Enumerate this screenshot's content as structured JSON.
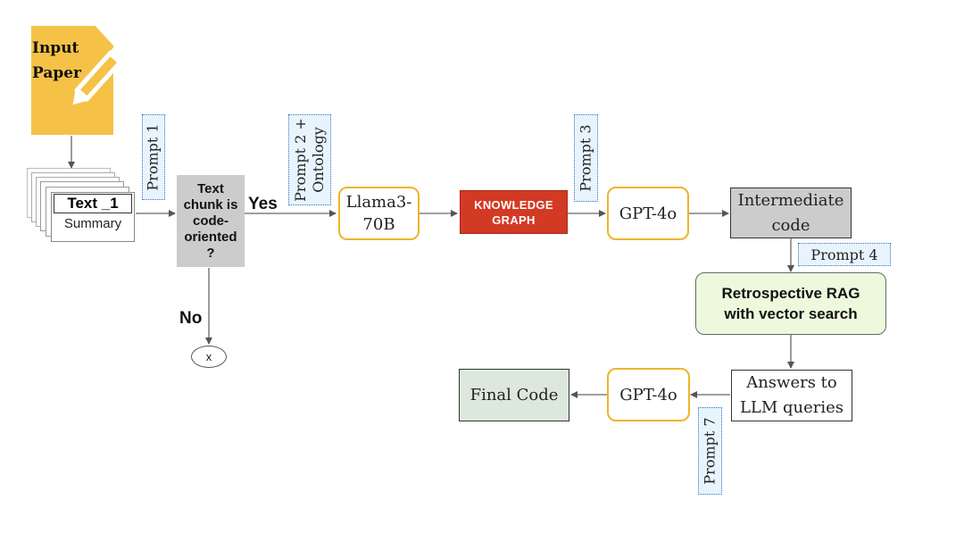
{
  "input_paper": {
    "line1": "Input",
    "line2": "Paper"
  },
  "text_chunk": {
    "title": "Text _1",
    "subtitle": "Summary"
  },
  "prompts": {
    "p1": "Prompt 1",
    "p2_line1": "Prompt 2 +",
    "p2_line2": "Ontology",
    "p3": "Prompt 3",
    "p4": "Prompt 4",
    "p7": "Prompt 7"
  },
  "decision": {
    "line1": "Text",
    "line2": "chunk is",
    "line3": "code-",
    "line4": "oriented",
    "line5": "?",
    "yes": "Yes",
    "no": "No",
    "reject": "x"
  },
  "llama": {
    "line1": "Llama3-",
    "line2": "70B"
  },
  "knowledge_graph": {
    "line1": "KNOWLEDGE",
    "line2": "GRAPH"
  },
  "gpt_top": "GPT-4o",
  "intermediate": {
    "line1": "Intermediate",
    "line2": "code"
  },
  "rag": {
    "line1": "Retrospective RAG",
    "line2": "with vector search"
  },
  "answers": {
    "line1": "Answers to",
    "line2": "LLM queries"
  },
  "gpt_bottom": "GPT-4o",
  "final_code": "Final Code",
  "colors": {
    "paper": "#f5c247",
    "decision_fill": "#cccccc",
    "knowledge_graph": "#d23a24",
    "gpt_border": "#f0b429",
    "rag_fill": "#edf9dd",
    "intermediate_fill": "#cccccc",
    "final_fill": "#dce8dc",
    "prompt_fill": "#e8f4fd",
    "prompt_border": "#3a6fc4"
  }
}
